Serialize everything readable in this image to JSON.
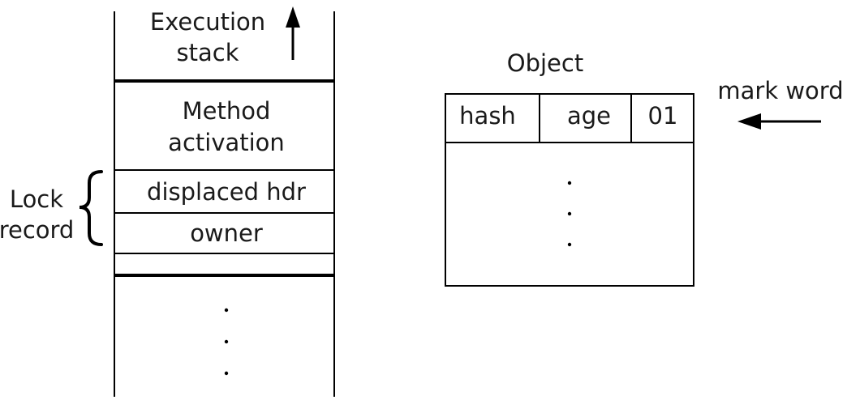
{
  "stack": {
    "execution_line1": "Execution",
    "execution_line2": "stack",
    "method_line1": "Method",
    "method_line2": "activation",
    "displaced_hdr": "displaced hdr",
    "owner": "owner"
  },
  "lock_record": {
    "line1": "Lock",
    "line2": "record"
  },
  "object": {
    "title": "Object",
    "fields": [
      "hash",
      "age",
      "01"
    ]
  },
  "mark_word": "mark word"
}
